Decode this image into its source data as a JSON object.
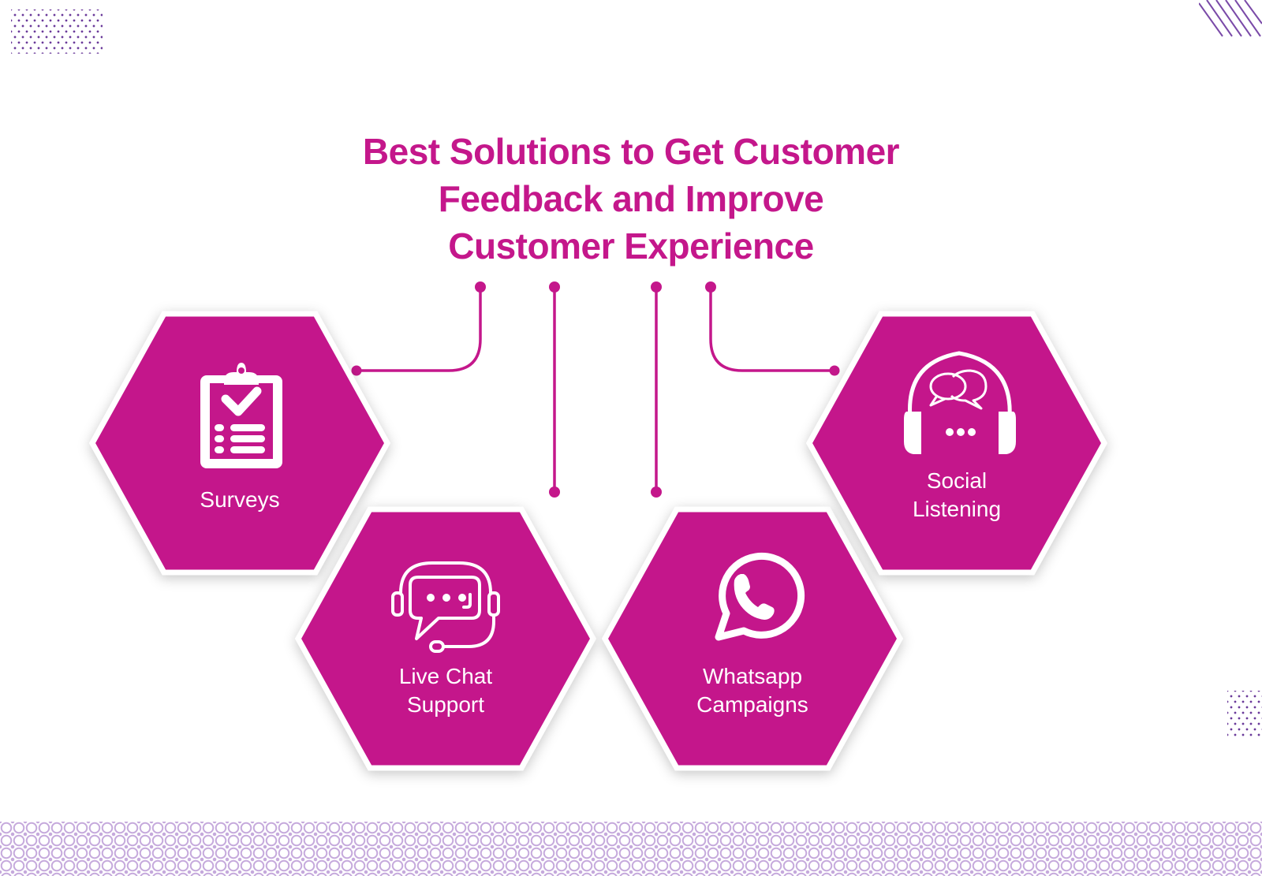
{
  "title": {
    "lines": [
      "Best Solutions to Get Customer",
      "Feedback and Improve",
      "Customer Experience"
    ]
  },
  "colors": {
    "brand": "#c4178b",
    "hex_fill": "#c4178b",
    "hex_border": "#ffffff",
    "decor_purple": "#6a3a9a",
    "lattice_lavender": "#c5a9dc"
  },
  "solutions": [
    {
      "id": "surveys",
      "label_lines": [
        "Surveys"
      ],
      "icon": "clipboard-check-icon"
    },
    {
      "id": "live-chat-support",
      "label_lines": [
        "Live Chat",
        "Support"
      ],
      "icon": "headset-chat-icon"
    },
    {
      "id": "whatsapp-campaigns",
      "label_lines": [
        "Whatsapp",
        "Campaigns"
      ],
      "icon": "whatsapp-icon"
    },
    {
      "id": "social-listening",
      "label_lines": [
        "Social",
        "Listening"
      ],
      "icon": "headphones-speech-bubbles-icon"
    }
  ]
}
